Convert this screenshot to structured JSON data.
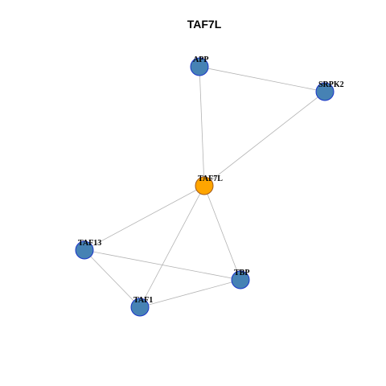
{
  "title": "TAF7L",
  "colors": {
    "background": "#ffffff",
    "edge": "#b3b3b3",
    "node_default": "#4682b4",
    "node_center": "#ffa500",
    "node_border_default": "#1a35c9",
    "node_border_center": "#a05a1e",
    "text": "#000000"
  },
  "nodes": [
    {
      "id": "APP",
      "label": "APP",
      "center": false
    },
    {
      "id": "SRPK2",
      "label": "SRPK2",
      "center": false
    },
    {
      "id": "TAF7L",
      "label": "TAF7L",
      "center": true
    },
    {
      "id": "TAF13",
      "label": "TAF13",
      "center": false
    },
    {
      "id": "TBP",
      "label": "TBP",
      "center": false
    },
    {
      "id": "TAF1",
      "label": "TAF1",
      "center": false
    }
  ],
  "edges": [
    {
      "source": "APP",
      "target": "SRPK2"
    },
    {
      "source": "APP",
      "target": "TAF7L"
    },
    {
      "source": "SRPK2",
      "target": "TAF7L"
    },
    {
      "source": "TAF7L",
      "target": "TAF13"
    },
    {
      "source": "TAF7L",
      "target": "TAF1"
    },
    {
      "source": "TAF7L",
      "target": "TBP"
    },
    {
      "source": "TAF13",
      "target": "TBP"
    },
    {
      "source": "TAF13",
      "target": "TAF1"
    },
    {
      "source": "TAF1",
      "target": "TBP"
    }
  ]
}
